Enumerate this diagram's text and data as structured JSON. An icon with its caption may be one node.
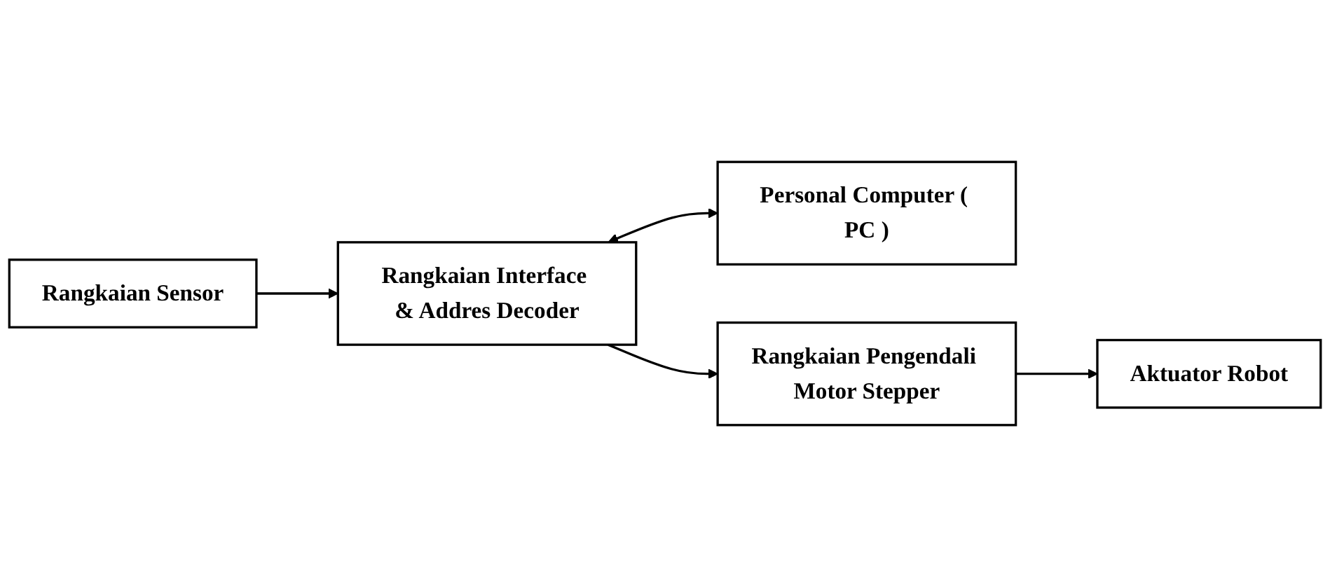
{
  "diagram": {
    "nodes": [
      {
        "text": [
          "Rangkaian Sensor"
        ]
      },
      {
        "text": [
          "Rangkaian Interface & Addres Decoder"
        ]
      },
      {
        "text": [
          "Personal Computer ( PC )"
        ]
      },
      {
        "text": [
          "Rangkaian Pengendali Motor Stepper"
        ]
      },
      {
        "text": [
          "Aktuator Robot"
        ]
      }
    ],
    "edges": [
      {
        "from": 0,
        "to": 1,
        "arrow": "to"
      },
      {
        "from": 1,
        "to": 2,
        "arrow": "both"
      },
      {
        "from": 1,
        "to": 3,
        "arrow": "to"
      },
      {
        "from": 3,
        "to": 4,
        "arrow": "to"
      }
    ]
  }
}
